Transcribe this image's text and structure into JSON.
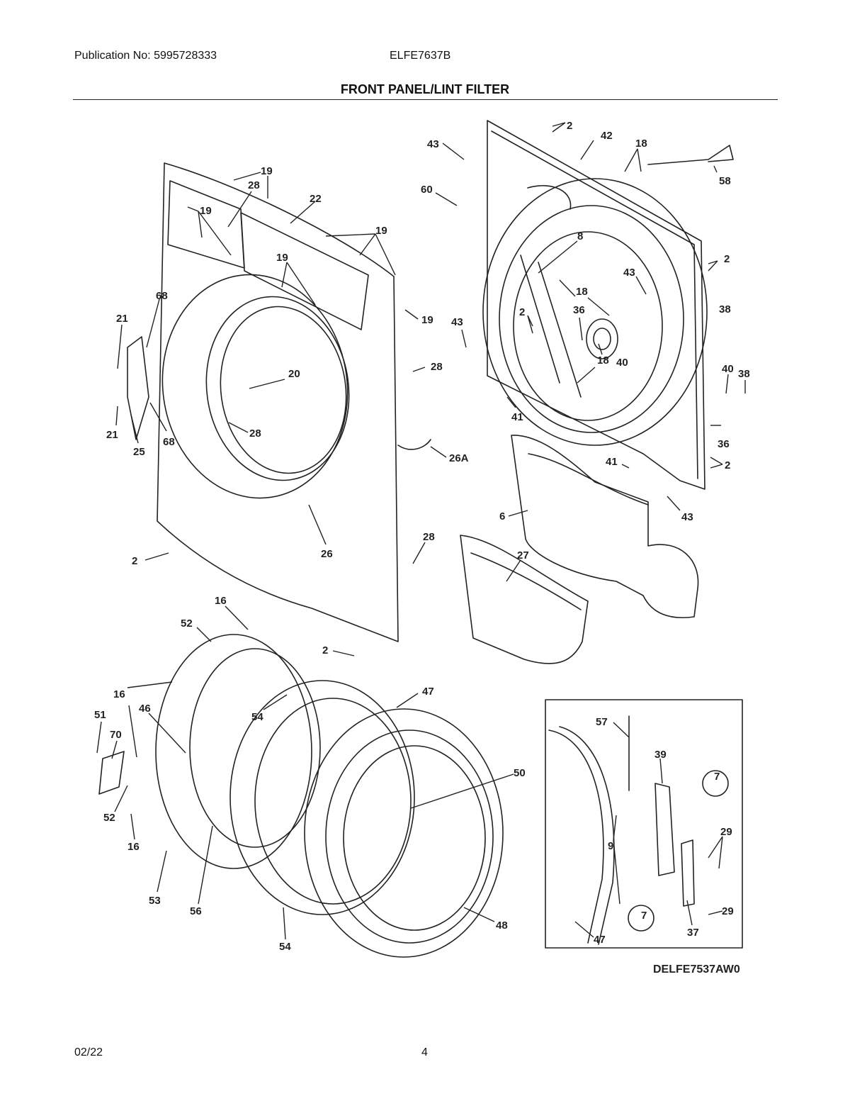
{
  "header": {
    "publication": "Publication No: 5995728333",
    "model": "ELFE7637B",
    "title": "FRONT PANEL/LINT FILTER"
  },
  "diagram": {
    "code": "DELFE7537AW0",
    "callouts": {
      "c2a": "2",
      "c42": "42",
      "c43a": "43",
      "c18a": "18",
      "c58": "58",
      "c60": "60",
      "c8": "8",
      "c2b": "2",
      "c43b": "43",
      "c18b": "18",
      "c38a": "38",
      "c2c": "2",
      "c36a": "36",
      "c43c": "43",
      "c18c": "18",
      "c40a": "40",
      "c40b": "40",
      "c38b": "38",
      "c41a": "41",
      "c36b": "36",
      "c41b": "41",
      "c2d": "2",
      "c43d": "43",
      "c6": "6",
      "c19a": "19",
      "c28a": "28",
      "c22": "22",
      "c19b": "19",
      "c19c": "19",
      "c19d": "19",
      "c19e": "19",
      "c68a": "68",
      "c21a": "21",
      "c20": "20",
      "c28b": "28",
      "c28c": "28",
      "c21b": "21",
      "c25": "25",
      "c68b": "68",
      "c26A": "26A",
      "c2e": "2",
      "c26": "26",
      "c28d": "28",
      "c27": "27",
      "c16a": "16",
      "c52a": "52",
      "c2f": "2",
      "c16b": "16",
      "c47a": "47",
      "c51": "51",
      "c46": "46",
      "c54a": "54",
      "c70": "70",
      "c50": "50",
      "c52b": "52",
      "c16c": "16",
      "c53": "53",
      "c56": "56",
      "c48": "48",
      "c54b": "54",
      "c57": "57",
      "c39": "39",
      "c7a": "7",
      "c9": "9",
      "c29a": "29",
      "c7b": "7",
      "c29b": "29",
      "c37": "37",
      "c47b": "47"
    }
  },
  "footer": {
    "date": "02/22",
    "page": "4"
  }
}
